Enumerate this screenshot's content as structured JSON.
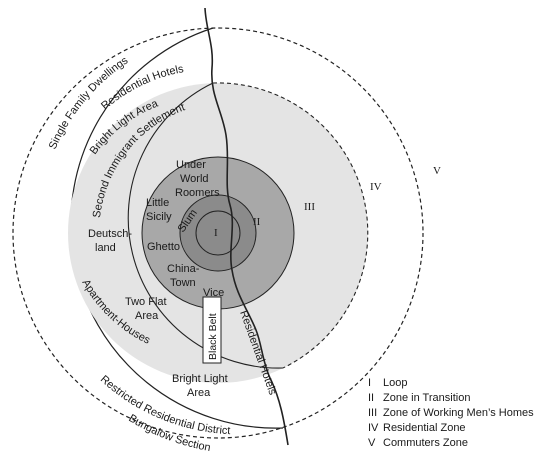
{
  "zones": {
    "I": "I",
    "II": "II",
    "III": "III",
    "IV": "IV",
    "V": "V"
  },
  "inner_labels": {
    "under": "Under",
    "world": "World",
    "roomers": "Roomers",
    "little": "Little",
    "sicily": "Sicily",
    "slum": "Slum",
    "deutsch": "Deutsch-",
    "land": "land",
    "ghetto": "Ghetto",
    "china": "China-",
    "town": "Town",
    "vice": "Vice",
    "two_flat": "Two Flat",
    "area": "Area",
    "black_belt": "Black Belt",
    "bright_light_area_1": "Bright Light",
    "bright_light_area_2": "Area"
  },
  "arc_labels": {
    "single_family": "Single Family Dwellings",
    "residential_hotels_top": "Residential Hotels",
    "bright_light_top": "Bright Light Area",
    "second_immigrant": "Second Immigrant Settlement",
    "apartment_houses": "Apartment-Houses",
    "restricted_residential": "Restricted Residential District",
    "bungalow": "Bungalow Section",
    "residential_hotels_right": "Residential Hotels"
  },
  "legend": [
    {
      "num": "I",
      "text": "Loop"
    },
    {
      "num": "II",
      "text": "Zone in Transition"
    },
    {
      "num": "III",
      "text": "Zone of Working Men’s Homes"
    },
    {
      "num": "IV",
      "text": "Residential Zone"
    },
    {
      "num": "V",
      "text": "Commuters Zone"
    }
  ]
}
